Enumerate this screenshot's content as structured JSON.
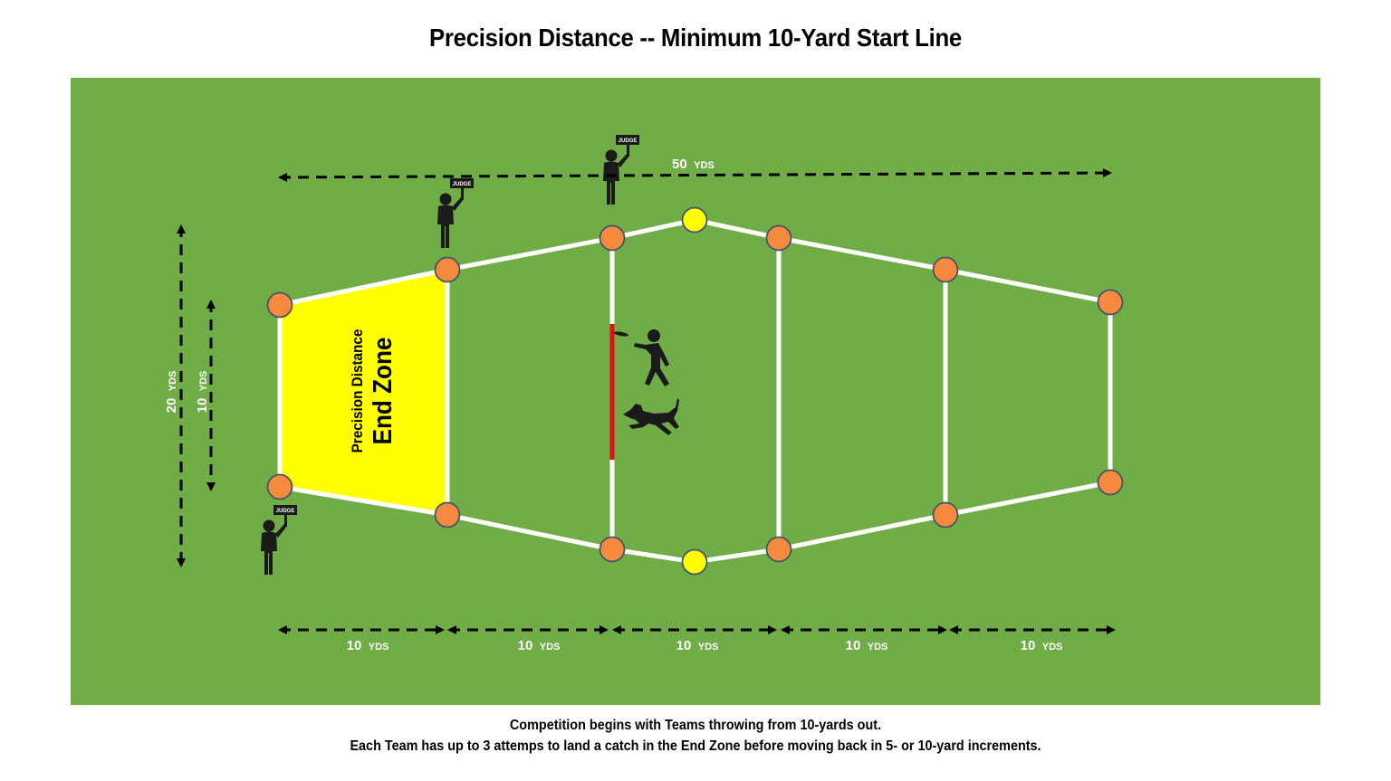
{
  "title": "Precision Distance -- Minimum 10-Yard Start Line",
  "colors": {
    "field": "#70AD47",
    "end_zone": "#FFFF00",
    "cone_orange": "#F58A3E",
    "cone_yellow": "#FFFF00",
    "cone_border": "#44546A",
    "lines": "#FFFFFF",
    "start_line": "#E0101A",
    "figure": "#1a1a1a"
  },
  "field": {
    "end_zone": {
      "line1": "Precision Distance",
      "line2": "End Zone"
    },
    "judges": [
      {
        "label": "JUDGE",
        "position": "end-zone-front-top"
      },
      {
        "label": "JUDGE",
        "position": "start-line-top"
      },
      {
        "label": "JUDGE",
        "position": "end-zone-back-bottom"
      }
    ],
    "measurements": {
      "total_length": {
        "value": "50",
        "unit": "YDS"
      },
      "outer_width": {
        "value": "20",
        "unit": "YDS"
      },
      "end_zone_width": {
        "value": "10",
        "unit": "YDS"
      },
      "segments": [
        {
          "value": "10",
          "unit": "YDS"
        },
        {
          "value": "10",
          "unit": "YDS"
        },
        {
          "value": "10",
          "unit": "YDS"
        },
        {
          "value": "10",
          "unit": "YDS"
        },
        {
          "value": "10",
          "unit": "YDS"
        }
      ]
    },
    "cones": {
      "orange_count": 12,
      "yellow_count": 2
    },
    "start_line": "10-yard start line (red)",
    "icons": [
      "handler-throwing-disc-icon",
      "dog-running-icon"
    ]
  },
  "caption": {
    "line1": "Competition begins with Teams throwing from 10-yards out.",
    "line2": "Each Team has up to 3 attemps to land a catch in the End Zone before moving back in 5- or 10-yard increments."
  }
}
